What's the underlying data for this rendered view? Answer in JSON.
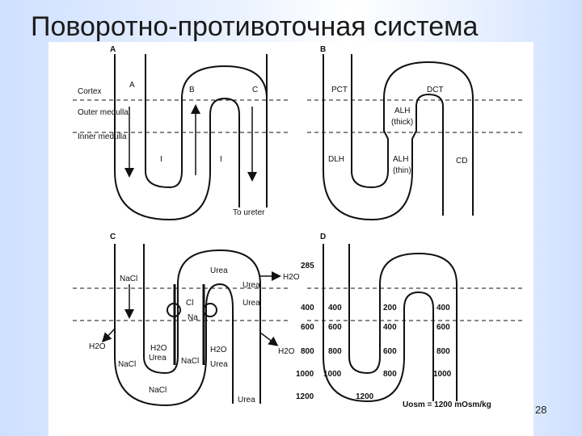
{
  "slide": {
    "title": "Поворотно-противоточная система",
    "page_number": "28"
  },
  "panel_a": {
    "letter": "A",
    "zones": [
      "Cortex",
      "Outer medulla",
      "Inner medulla"
    ],
    "limbs": [
      "A",
      "B",
      "C"
    ],
    "limb_marks": [
      "I",
      "I"
    ],
    "outlet": "To ureter"
  },
  "panel_b": {
    "letter": "B",
    "labels": [
      "PCT",
      "DCT",
      "ALH",
      "(thick)",
      "DLH",
      "ALH",
      "(thin)",
      "CD"
    ]
  },
  "panel_c": {
    "letter": "C",
    "labels": [
      "NaCl",
      "Urea",
      "H2O",
      "Cl",
      "Na",
      "Urea",
      "H2O",
      "H2O",
      "Urea",
      "NaCl",
      "H2O",
      "Urea",
      "NaCl",
      "H2O",
      "Urea",
      "NaCl",
      "Urea"
    ]
  },
  "panel_d": {
    "letter": "D",
    "left_values": [
      "285",
      "400",
      "600",
      "800",
      "1000",
      "1200"
    ],
    "tube_values_left": [
      "400",
      "600",
      "800",
      "1000",
      "1200"
    ],
    "tube_values_mid": [
      "200",
      "400",
      "600",
      "800"
    ],
    "tube_values_right": [
      "400",
      "600",
      "800",
      "1000"
    ],
    "uosm_label": "Uosm = 1200 mOsm/kg"
  }
}
